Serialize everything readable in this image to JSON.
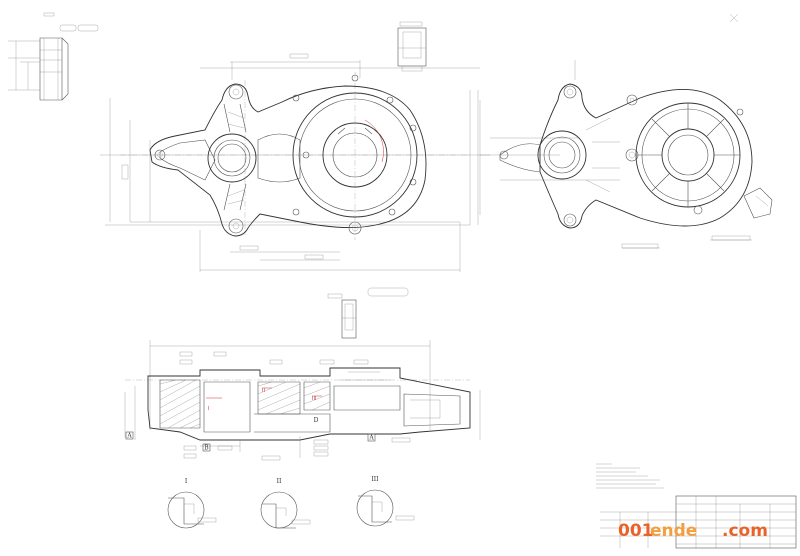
{
  "section_labels": {
    "detail_1": "I",
    "detail_2": "II",
    "detail_3": "III",
    "marker_a_left": "A",
    "marker_a_right": "A",
    "marker_b": "B",
    "marker_d": "D",
    "red_1": "I",
    "red_2": "II",
    "red_3": "III"
  },
  "watermark": {
    "part1": "001",
    "part2": "ende",
    "part3": ".com"
  },
  "colors": {
    "line": "#555555",
    "red_marks": "#cc3333",
    "watermark_orange": "#e8622a",
    "watermark_yellow": "#f0a040"
  }
}
